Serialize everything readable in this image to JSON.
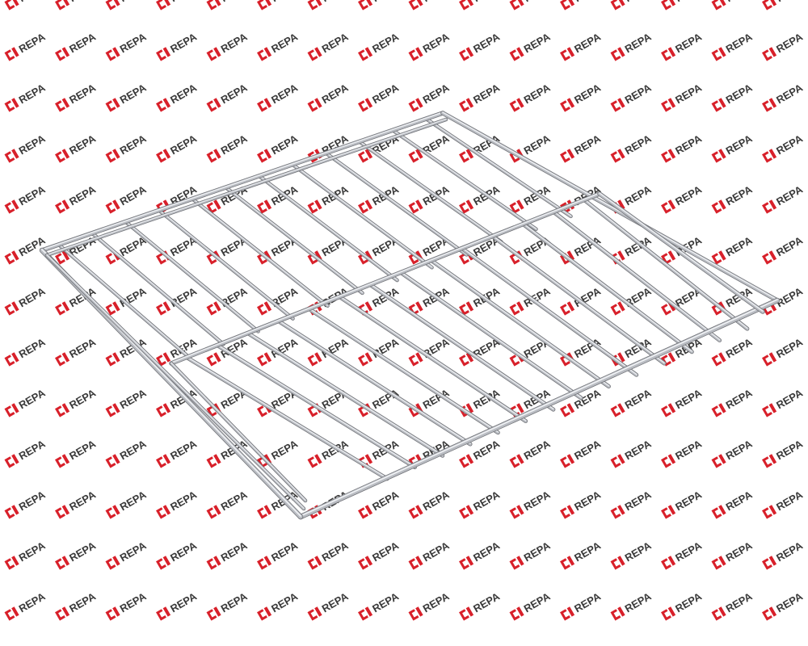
{
  "watermark": {
    "brand": "REPA",
    "logo_icon": "repa-logo-mark",
    "colors": {
      "logo_red": "#d8202a",
      "text_dark": "#3a3a3a"
    }
  },
  "product": {
    "icon": "wire-oven-rack",
    "colors": {
      "chrome_dark": "#6f7176",
      "chrome_mid": "#b9bcc2",
      "chrome_light": "#eef0f3"
    }
  }
}
